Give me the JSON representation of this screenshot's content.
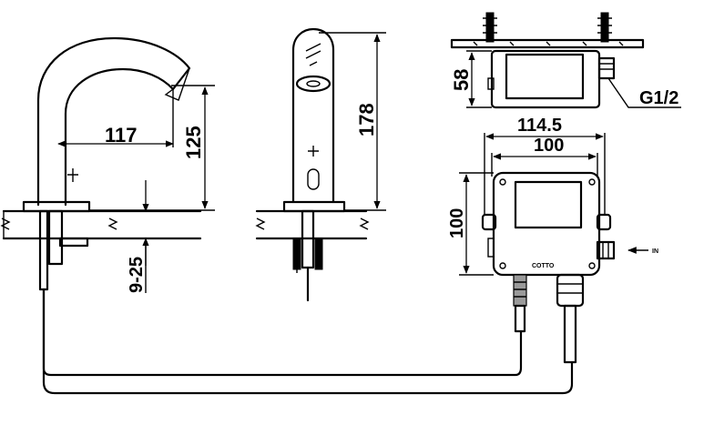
{
  "drawing": {
    "dimensions": {
      "spout_reach": "117",
      "spout_height": "125",
      "deck_thickness": "9-25",
      "faucet_total_height": "178",
      "box_depth": "58",
      "inlet_thread": "G1/2",
      "box_outer_width": "114.5",
      "box_width": "100",
      "box_height": "100"
    },
    "labels": {
      "brand": "COTTO",
      "inlet_arrow": "IN"
    }
  }
}
